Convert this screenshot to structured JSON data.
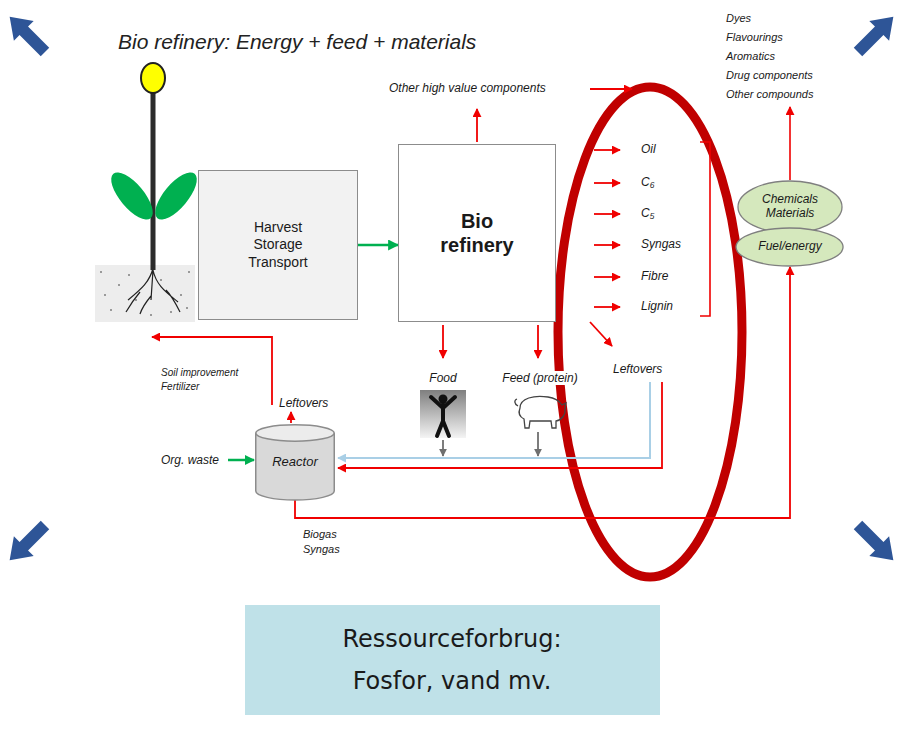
{
  "diagram": {
    "title": "Bio refinery: Energy + feed + materials",
    "nodes": [
      {
        "text": [
          "Harvest Storage Transport"
        ]
      },
      {
        "text": [
          "Bio refinery"
        ]
      },
      {
        "text": [
          "Chemicals Materials"
        ]
      },
      {
        "text": [
          "Fuel/energy"
        ]
      },
      {
        "text": [
          "Reactor"
        ]
      },
      {
        "text": [
          "Ressourceforbrug:",
          "Fosfor, vand mv."
        ]
      }
    ],
    "edges": [
      {
        "from": 0,
        "to": 1,
        "arrow": "to"
      },
      {
        "from": 4,
        "to": 3,
        "arrow": "to"
      }
    ],
    "labels": [
      "Other high value components",
      "Dyes",
      "Flavourings",
      "Aromatics",
      "Drug components",
      "Other compounds",
      "Oil",
      "C₆",
      "C₅",
      "Syngas",
      "Fibre",
      "Lignin",
      "Leftovers",
      "Food",
      "Feed (protein)",
      "Soil improvement",
      "Fertilizer",
      "Leftovers",
      "Org. waste",
      "Biogas",
      "Syngas"
    ]
  }
}
